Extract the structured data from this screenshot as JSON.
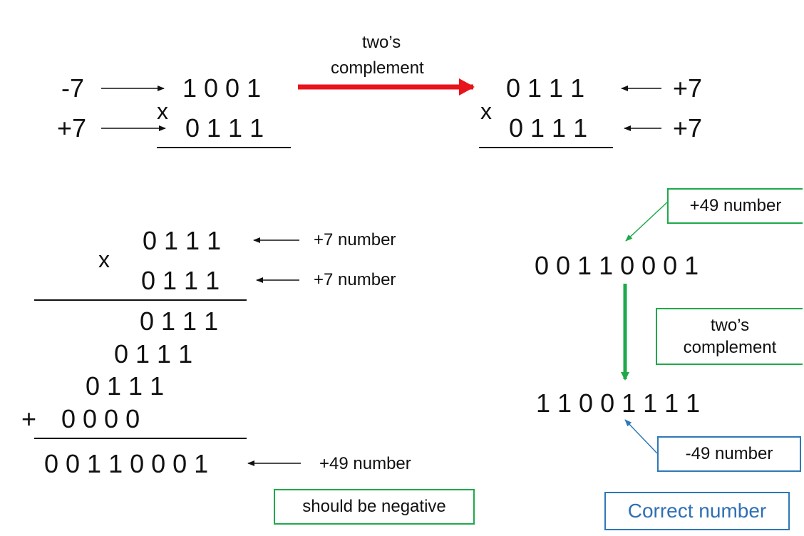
{
  "colors": {
    "red_arrow": "#e8141b",
    "green": "#1fa94a",
    "blue": "#2e78b8",
    "blue_text": "#2e6fb5",
    "ink": "#111111"
  },
  "top_left": {
    "neg7_label": "-7",
    "pos7_label": "+7",
    "row1": "1 0 0 1",
    "times": "x",
    "row2": "0 1 1 1"
  },
  "top_arrow": {
    "label_line1": "two’s",
    "label_line2": "complement"
  },
  "top_right": {
    "row1": "0 1 1 1",
    "times": "x",
    "row2": "0 1 1 1",
    "label1": "+7",
    "label2": "+7"
  },
  "bottom_left": {
    "row1": "0 1 1 1",
    "times": "x",
    "row2": "0 1 1 1",
    "label1": "+7 number",
    "label2": "+7 number",
    "partial1": "0 1 1 1",
    "partial2": "0 1 1 1",
    "partial3": "0 1 1 1",
    "plus": "+",
    "partial4": "0 0 0 0",
    "result": "0 0 1 1 0 0 0 1",
    "result_label": "+49 number",
    "warning_box": "should be negative"
  },
  "bottom_right": {
    "pos49_box": "+49 number",
    "binary_pos": "0 0 1 1 0 0 0 1",
    "twos_box_line1": "two’s",
    "twos_box_line2": "complement",
    "binary_neg": "1 1 0 0 1 1 1 1",
    "neg49_box": "-49 number",
    "correct_box": "Correct number"
  }
}
